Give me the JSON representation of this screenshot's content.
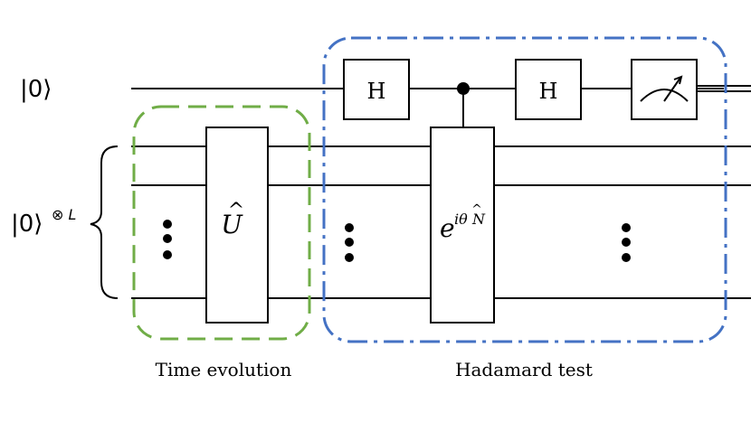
{
  "qubit_labels": {
    "ancilla_ket": "|0⟩",
    "register_ket": "|0⟩",
    "register_power": "⊗ L"
  },
  "gates": {
    "h1": "H",
    "h2": "H",
    "u_base": "U",
    "u_hat": "^",
    "exp_base": "e",
    "exp_exponent": "iθN",
    "exp_exponent_prefix": "iθ",
    "exp_exponent_n": "N",
    "exp_exponent_hat": "^"
  },
  "groups": {
    "time_evolution": {
      "caption": "Time evolution",
      "color": "#70ad47"
    },
    "hadamard_test": {
      "caption": "Hadamard test",
      "color": "#4472c4"
    }
  },
  "ellipsis": "⋮"
}
